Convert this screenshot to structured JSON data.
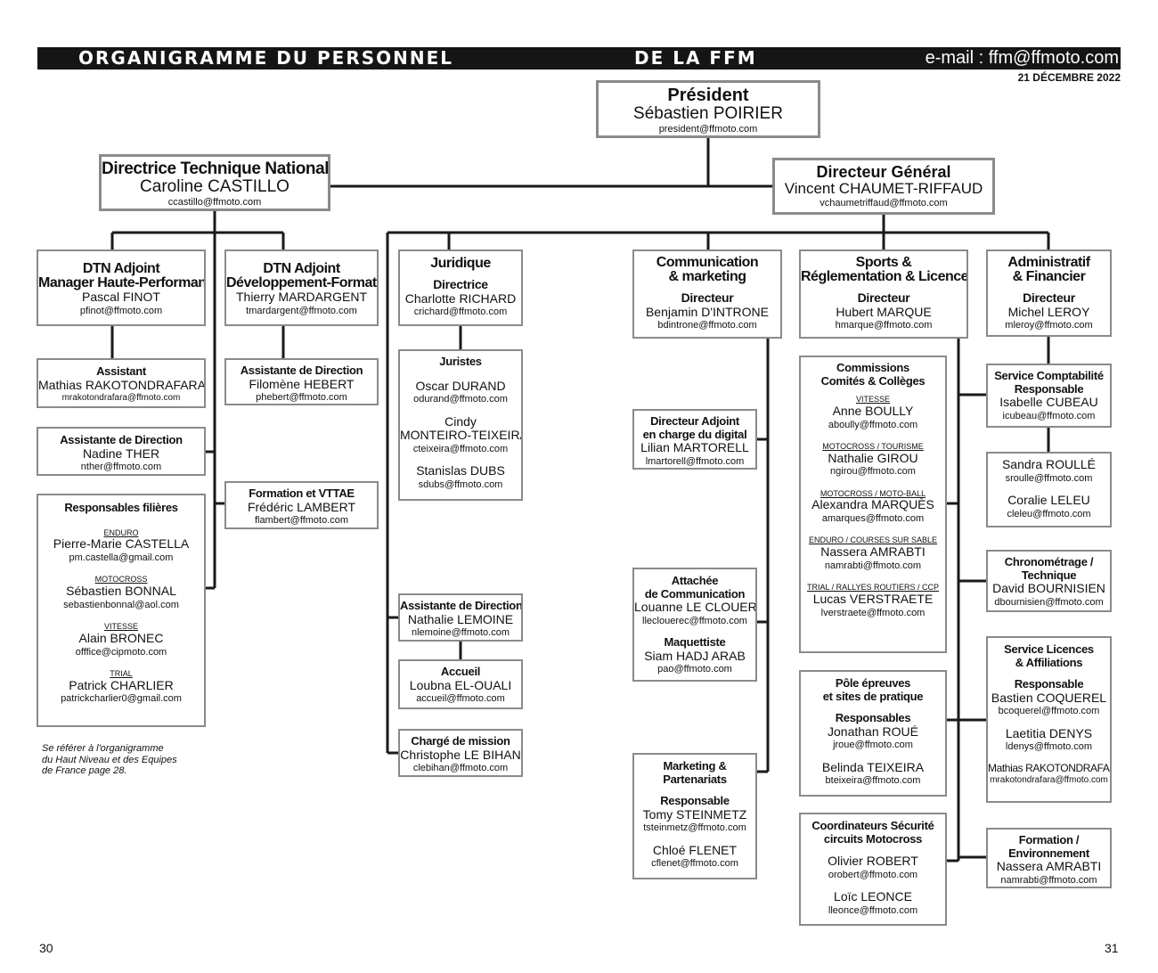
{
  "header": {
    "title_left": "ORGANIGRAMME DU PERSONNEL",
    "title_mid": "DE LA FFM",
    "email": "e-mail : ffm@ffmoto.com",
    "date": "21 DÉCEMBRE 2022"
  },
  "president": {
    "title": "Président",
    "name": "Sébastien POIRIER",
    "email": "president@ffmoto.com"
  },
  "dtn": {
    "title": "Directrice Technique Nationale",
    "name": "Caroline CASTILLO",
    "email": "ccastillo@ffmoto.com"
  },
  "dg": {
    "title": "Directeur Général",
    "name": "Vincent CHAUMET-RIFFAUD",
    "email": "vchaumetriffaud@ffmoto.com"
  },
  "dtn_hp": {
    "title1": "DTN Adjoint",
    "title2": "Manager Haute-Performance",
    "name": "Pascal FINOT",
    "email": "pfinot@ffmoto.com"
  },
  "dtn_form": {
    "title1": "DTN Adjoint",
    "title2": "Développement-Formation",
    "name": "Thierry MARDARGENT",
    "email": "tmardargent@ffmoto.com"
  },
  "assistant_hp": {
    "role": "Assistant",
    "name": "Mathias RAKOTONDRAFARA",
    "email": "mrakotondrafara@ffmoto.com"
  },
  "assistante_form": {
    "role": "Assistante de Direction",
    "name": "Filomène HEBERT",
    "email": "phebert@ffmoto.com"
  },
  "assistante_dtn": {
    "role": "Assistante de Direction",
    "name": "Nadine THER",
    "email": "nther@ffmoto.com"
  },
  "formation_vttae": {
    "role": "Formation et VTTAE",
    "name": "Frédéric LAMBERT",
    "email": "flambert@ffmoto.com"
  },
  "filieres": {
    "title": "Responsables filières",
    "items": [
      {
        "cat": "Enduro",
        "name": "Pierre-Marie CASTELLA",
        "email": "pm.castella@gmail.com"
      },
      {
        "cat": "Motocross",
        "name": "Sébastien BONNAL",
        "email": "sebastienbonnal@aol.com"
      },
      {
        "cat": "Vitesse",
        "name": "Alain BRONEC",
        "email": "offfice@cipmoto.com"
      },
      {
        "cat": "Trial",
        "name": "Patrick CHARLIER",
        "email": "patrickcharlier0@gmail.com"
      }
    ]
  },
  "note": [
    "Se référer à l'organigramme",
    "du Haut Niveau et des Equipes",
    "de France page 28."
  ],
  "juridique": {
    "title": "Juridique",
    "role": "Directrice",
    "name": "Charlotte RICHARD",
    "email": "crichard@ffmoto.com"
  },
  "juristes": {
    "title": "Juristes",
    "items": [
      {
        "name": "Oscar DURAND",
        "email": "odurand@ffmoto.com"
      },
      {
        "name": "Cindy",
        "name2": "MONTEIRO-TEIXEIRA",
        "email": "cteixeira@ffmoto.com"
      },
      {
        "name": "Stanislas DUBS",
        "email": "sdubs@ffmoto.com"
      }
    ]
  },
  "assistante_dg": {
    "role": "Assistante de Direction",
    "name": "Nathalie LEMOINE",
    "email": "nlemoine@ffmoto.com"
  },
  "accueil": {
    "role": "Accueil",
    "name": "Loubna EL-OUALI",
    "email": "accueil@ffmoto.com"
  },
  "charge_mission": {
    "role": "Chargé de mission",
    "name": "Christophe LE BIHAN",
    "email": "clebihan@ffmoto.com"
  },
  "communication": {
    "title1": "Communication",
    "title2": "& marketing",
    "role": "Directeur",
    "name": "Benjamin D'INTRONE",
    "email": "bdintrone@ffmoto.com"
  },
  "digital": {
    "role1": "Directeur Adjoint",
    "role2": "en charge du digital",
    "name": "Lilian MARTORELL",
    "email": "lmartorell@ffmoto.com"
  },
  "attachee": {
    "role1": "Attachée",
    "role2": "de Communication",
    "name": "Louanne LE CLOUEREC",
    "email": "lleclouerec@ffmoto.com",
    "role3": "Maquettiste",
    "name2": "Siam HADJ ARAB",
    "email2": "pao@ffmoto.com"
  },
  "marketing": {
    "title1": "Marketing &",
    "title2": "Partenariats",
    "role": "Responsable",
    "name": "Tomy STEINMETZ",
    "email": "tsteinmetz@ffmoto.com",
    "name2": "Chloé FLENET",
    "email2": "cflenet@ffmoto.com"
  },
  "sports": {
    "title1": "Sports &",
    "title2": "Réglementation & Licences",
    "role": "Directeur",
    "name": "Hubert MARQUE",
    "email": "hmarque@ffmoto.com"
  },
  "commissions": {
    "title1": "Commissions",
    "title2": "Comités & Collèges",
    "items": [
      {
        "cat": "Vitesse",
        "name": "Anne BOULLY",
        "email": "aboully@ffmoto.com"
      },
      {
        "cat": "Motocross / Tourisme",
        "name": "Nathalie GIROU",
        "email": "ngirou@ffmoto.com"
      },
      {
        "cat": "Motocross / Moto-Ball",
        "name": "Alexandra MARQUÈS",
        "email": "amarques@ffmoto.com"
      },
      {
        "cat": "Enduro / Courses sur sable",
        "name": "Nassera AMRABTI",
        "email": "namrabti@ffmoto.com"
      },
      {
        "cat": "Trial / Rallyes routiers / CCP",
        "name": "Lucas VERSTRAETE",
        "email": "lverstraete@ffmoto.com"
      }
    ]
  },
  "pole": {
    "title1": "Pôle épreuves",
    "title2": "et sites de pratique",
    "role": "Responsables",
    "name": "Jonathan ROUÉ",
    "email": "jroue@ffmoto.com",
    "name2": "Belinda TEIXEIRA",
    "email2": "bteixeira@ffmoto.com"
  },
  "coordinateurs": {
    "title1": "Coordinateurs Sécurité",
    "title2": "circuits Motocross",
    "name": "Olivier ROBERT",
    "email": "orobert@ffmoto.com",
    "name2": "Loïc LEONCE",
    "email2": "lleonce@ffmoto.com"
  },
  "admin": {
    "title1": "Administratif",
    "title2": "& Financier",
    "role": "Directeur",
    "name": "Michel LEROY",
    "email": "mleroy@ffmoto.com"
  },
  "compta": {
    "title1": "Service Comptabilité",
    "title2": "Responsable",
    "name": "Isabelle CUBEAU",
    "email": "icubeau@ffmoto.com"
  },
  "compta_staff": {
    "name": "Sandra ROULLÉ",
    "email": "sroulle@ffmoto.com",
    "name2": "Coralie LELEU",
    "email2": "cleleu@ffmoto.com"
  },
  "chrono": {
    "title1": "Chronométrage /",
    "title2": "Technique",
    "name": "David BOURNISIEN",
    "email": "dbournisien@ffmoto.com"
  },
  "licences": {
    "title1": "Service Licences",
    "title2": "& Affiliations",
    "role": "Responsable",
    "name": "Bastien COQUEREL",
    "email": "bcoquerel@ffmoto.com",
    "name2": "Laetitia DENYS",
    "email2": "ldenys@ffmoto.com",
    "name3": "Mathias RAKOTONDRAFARA",
    "email3": "mrakotondrafara@ffmoto.com"
  },
  "formation_env": {
    "title1": "Formation /",
    "title2": "Environnement",
    "name": "Nassera AMRABTI",
    "email": "namrabti@ffmoto.com"
  },
  "pages": {
    "left": "30",
    "right": "31"
  }
}
